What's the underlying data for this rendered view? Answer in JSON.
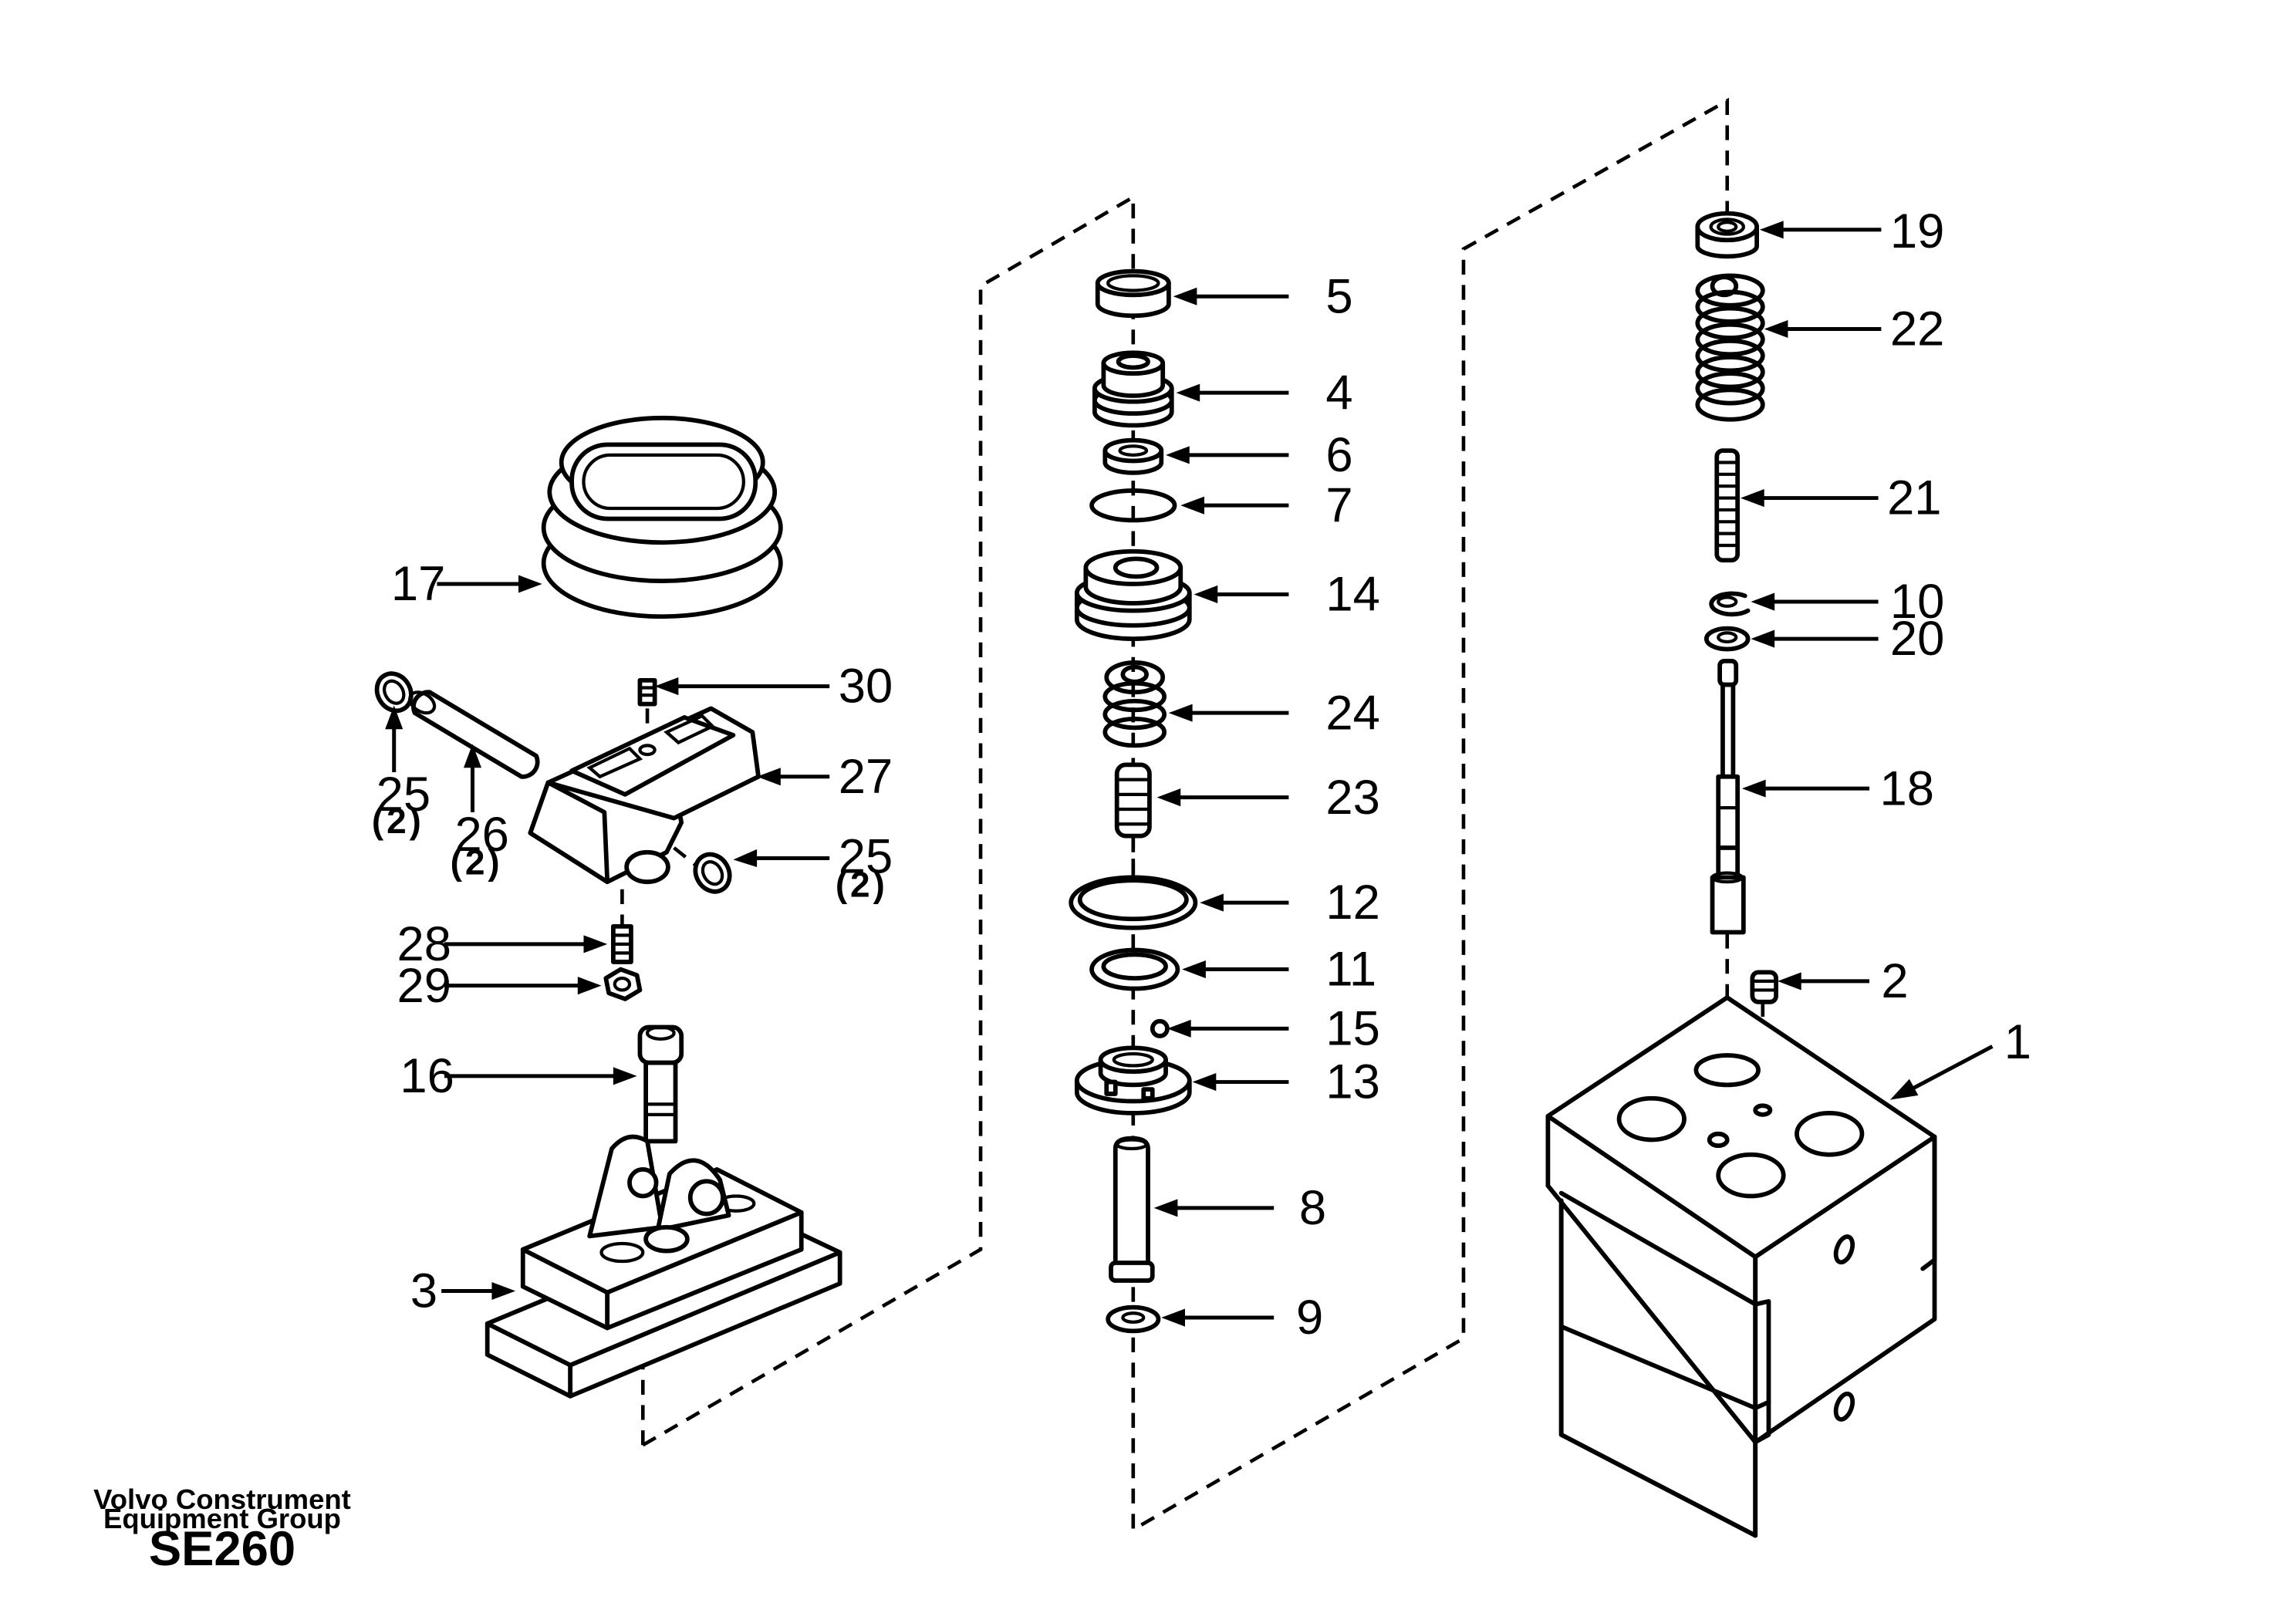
{
  "footer": {
    "publisher_line1": "Volvo Construment",
    "publisher_line2": "Equipment Group",
    "code": "SE260"
  },
  "callouts": [
    {
      "id": "c1",
      "num": "1"
    },
    {
      "id": "c2",
      "num": "2"
    },
    {
      "id": "c3",
      "num": "3"
    },
    {
      "id": "c4",
      "num": "4"
    },
    {
      "id": "c5",
      "num": "5"
    },
    {
      "id": "c6",
      "num": "6"
    },
    {
      "id": "c7",
      "num": "7"
    },
    {
      "id": "c8",
      "num": "8"
    },
    {
      "id": "c9",
      "num": "9"
    },
    {
      "id": "c10",
      "num": "10"
    },
    {
      "id": "c11",
      "num": "11"
    },
    {
      "id": "c12",
      "num": "12"
    },
    {
      "id": "c13",
      "num": "13"
    },
    {
      "id": "c14",
      "num": "14"
    },
    {
      "id": "c15",
      "num": "15"
    },
    {
      "id": "c16",
      "num": "16"
    },
    {
      "id": "c17",
      "num": "17"
    },
    {
      "id": "c18",
      "num": "18"
    },
    {
      "id": "c19",
      "num": "19"
    },
    {
      "id": "c20",
      "num": "20"
    },
    {
      "id": "c21",
      "num": "21"
    },
    {
      "id": "c22",
      "num": "22"
    },
    {
      "id": "c23",
      "num": "23"
    },
    {
      "id": "c24",
      "num": "24"
    },
    {
      "id": "c25a",
      "num": "25",
      "qty": "(2)"
    },
    {
      "id": "c25b",
      "num": "25",
      "qty": "(2)"
    },
    {
      "id": "c26",
      "num": "26",
      "qty": "(2)"
    },
    {
      "id": "c27",
      "num": "27"
    },
    {
      "id": "c28",
      "num": "28"
    },
    {
      "id": "c29",
      "num": "29"
    },
    {
      "id": "c30",
      "num": "30"
    }
  ]
}
